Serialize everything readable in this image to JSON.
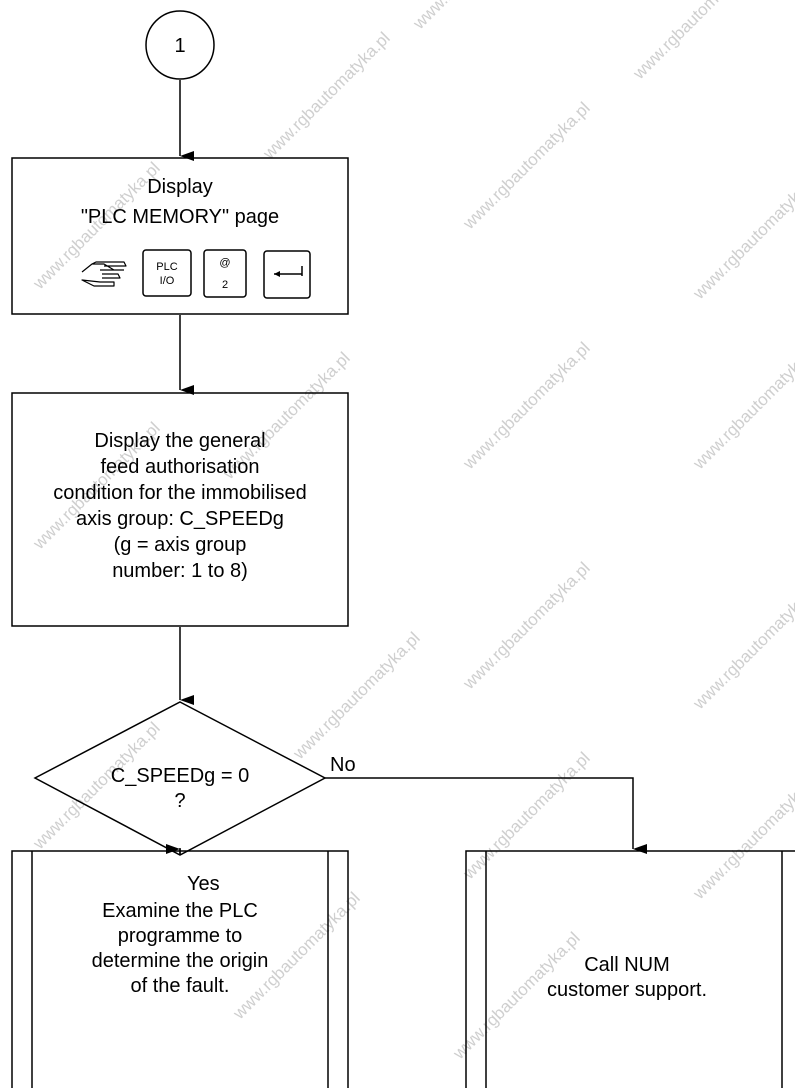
{
  "connector": {
    "label": "1"
  },
  "step_display_page": {
    "lines": [
      "Display",
      "\"PLC MEMORY\" page"
    ],
    "keys": [
      {
        "icon": "pointing-hand-icon"
      },
      {
        "lines": [
          "PLC",
          "I/O"
        ]
      },
      {
        "lines": [
          "@",
          "2"
        ]
      },
      {
        "icon": "enter-key-icon"
      }
    ]
  },
  "step_display_condition": {
    "lines": [
      "Display the general",
      "feed authorisation",
      "condition for the immobilised",
      "axis group: C_SPEEDg",
      "(g = axis group",
      "number: 1 to 8)"
    ]
  },
  "decision": {
    "lines": [
      "C_SPEEDg = 0",
      "?"
    ],
    "yes_label": "Yes",
    "no_label": "No"
  },
  "result_yes": {
    "lines": [
      "Examine the PLC",
      "programme to",
      "determine the origin",
      "of the fault."
    ]
  },
  "result_no": {
    "lines": [
      "Call NUM",
      "customer support."
    ]
  },
  "watermark": {
    "text": "www.rgbautomatyka.pl",
    "color": "#cfcfcf"
  }
}
